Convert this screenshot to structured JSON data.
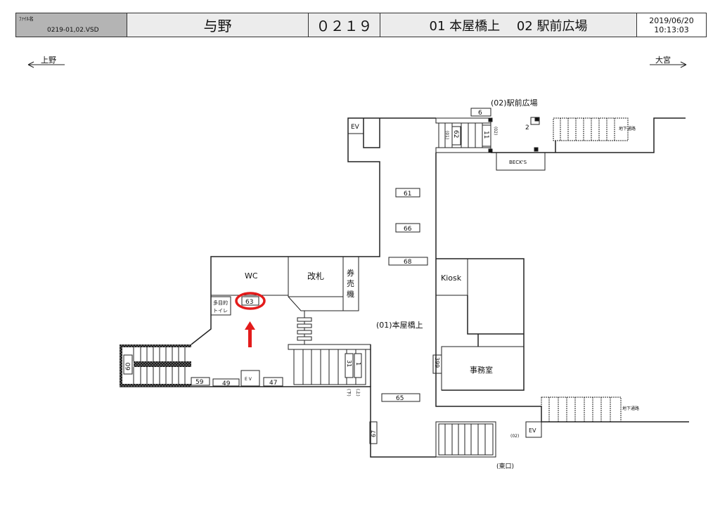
{
  "header": {
    "file_label": "ﾌｧｲﾙ名",
    "file_name": "0219-01,02.VSD",
    "station": "与野",
    "code": "０２１９",
    "areas": "01 本屋橋上　 02 駅前広場",
    "date": "2019/06/20",
    "time": "10:13:03"
  },
  "directions": {
    "left": "上野",
    "right": "大宮"
  },
  "plan": {
    "area_02": "(02)駅前広場",
    "area_01": "(01)本屋橋上",
    "east_exit": "(東口)",
    "label_02": "(02)",
    "label_01_stairs": "(01)",
    "label_02_stairs": "(02)",
    "ev": "EV",
    "ev_spaced": "E V",
    "wc": "WC",
    "gate": "改札",
    "ticket_machine": [
      "券",
      "売",
      "機"
    ],
    "multi_toilet": [
      "多目的",
      "トイレ"
    ],
    "kiosk": "Kiosk",
    "office": "事務室",
    "becks": "BECK'S",
    "underground": "地下通路",
    "down": "(下)",
    "up": "(上)",
    "boards": {
      "b6": "6",
      "b62": "62",
      "b11": "11",
      "b2": "2",
      "b61": "61",
      "b66": "66",
      "b68": "68",
      "b63": "63",
      "b60": "60",
      "b59": "59",
      "b49": "49",
      "b47": "47",
      "b31": "31",
      "b1": "1",
      "b399": "399",
      "b65": "65",
      "b67": "67"
    }
  },
  "colors": {
    "highlight": "#e31b1b",
    "header_gray": "#b4b4b4"
  }
}
